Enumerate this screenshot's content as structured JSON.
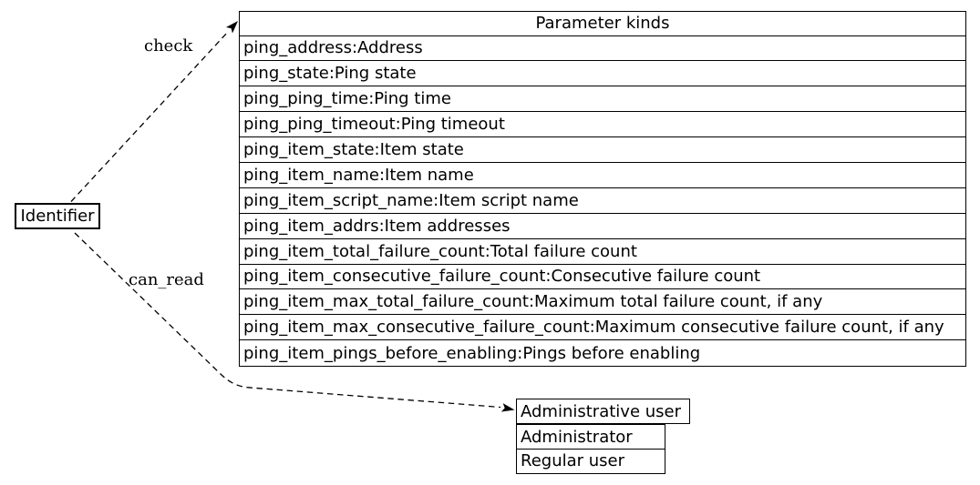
{
  "diagram": {
    "background_color": "#ffffff",
    "stroke_color": "#000000",
    "identifier_node": {
      "label": "Identifier"
    },
    "edges": {
      "check": {
        "label": "check"
      },
      "can_read": {
        "label": "can_read"
      }
    },
    "parameter_table": {
      "title": "Parameter kinds",
      "rows": [
        "ping_address:Address",
        "ping_state:Ping state",
        "ping_ping_time:Ping time",
        "ping_ping_timeout:Ping timeout",
        "ping_item_state:Item state",
        "ping_item_name:Item name",
        "ping_item_script_name:Item script name",
        "ping_item_addrs:Item addresses",
        "ping_item_total_failure_count:Total failure count",
        "ping_item_consecutive_failure_count:Consecutive failure count",
        "ping_item_max_total_failure_count:Maximum total failure count, if any",
        "ping_item_max_consecutive_failure_count:Maximum consecutive failure count, if any",
        "ping_item_pings_before_enabling:Pings before enabling"
      ]
    },
    "user_table": {
      "title": "Administrative user",
      "rows": [
        "Administrator",
        "Regular user"
      ]
    }
  }
}
